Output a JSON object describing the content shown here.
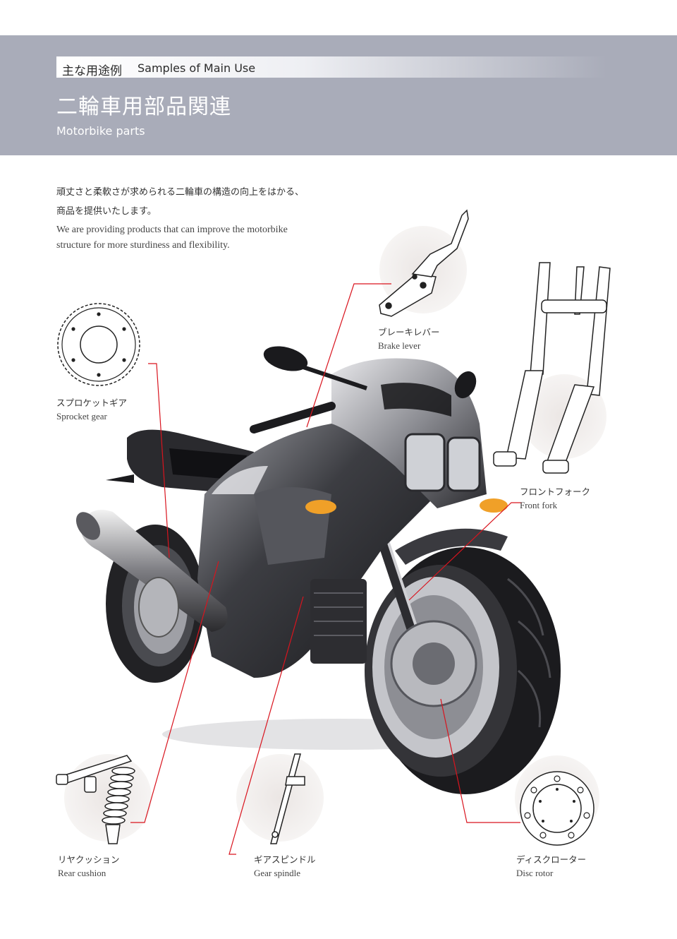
{
  "header": {
    "category_ja": "主な用途例",
    "category_en": "Samples of Main Use",
    "title": "二輪車用部品関連",
    "subtitle": "Motorbike parts"
  },
  "intro": {
    "ja_line1": "頑丈さと柔軟さが求められる二輪車の構造の向上をはかる、",
    "ja_line2": "商品を提供いたします。",
    "en_line1": "We are providing products that can improve the motorbike",
    "en_line2": "structure for more sturdiness and flexibility."
  },
  "parts": [
    {
      "ja": "ブレーキレバー",
      "en": "Brake lever"
    },
    {
      "ja": "スプロケットギア",
      "en": "Sprocket gear"
    },
    {
      "ja": "フロントフォーク",
      "en": "Front fork"
    },
    {
      "ja": "リヤクッション",
      "en": "Rear cushion"
    },
    {
      "ja": "ギアスピンドル",
      "en": "Gear spindle"
    },
    {
      "ja": "ディスクローター",
      "en": "Disc rotor"
    }
  ],
  "colors": {
    "header_bg": "#a9acb9",
    "leader_line": "#d9141e",
    "highlight_circle": "#ece8e6"
  }
}
